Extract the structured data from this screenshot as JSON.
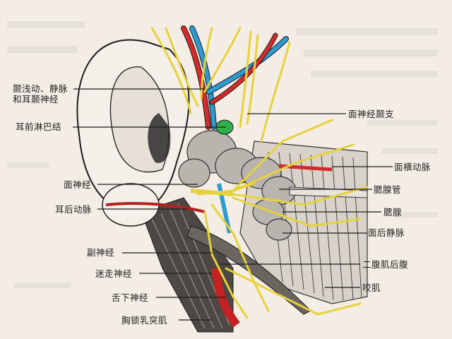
{
  "figure": {
    "subject": "Parotid region anatomy (side view of ear, parotid gland and facial nerve branches)",
    "colors": {
      "background": "#f3ede6",
      "artery": "#d42a2a",
      "vein": "#2f9ad0",
      "nerve": "#e6d23a",
      "lymph_node": "#2fb04a",
      "gland": "#b9b4ae",
      "muscle": "#5a5551",
      "outline": "#1c1c1c"
    },
    "labels_left": [
      {
        "id": "superficial-temporal",
        "line1": "颞浅动、静脉",
        "line2": "和耳颞神经"
      },
      {
        "id": "preauricular-node",
        "text": "耳前淋巴结"
      },
      {
        "id": "facial-nerve",
        "text": "面神经"
      },
      {
        "id": "posterior-auricular-artery",
        "text": "耳后动脉"
      },
      {
        "id": "accessory-nerve",
        "text": "副神经"
      },
      {
        "id": "vagus-nerve",
        "text": "迷走神经"
      },
      {
        "id": "hypoglossal-nerve",
        "text": "舌下神经"
      },
      {
        "id": "sternocleidomastoid",
        "text": "胸锁乳突肌"
      }
    ],
    "labels_right": [
      {
        "id": "temporal-branch",
        "text": "面神经颞支"
      },
      {
        "id": "transverse-facial-artery",
        "text": "面横动脉"
      },
      {
        "id": "parotid-duct",
        "text": "腮腺管"
      },
      {
        "id": "parotid-gland",
        "text": "腮腺"
      },
      {
        "id": "retromandibular-vein",
        "text": "面后静脉"
      },
      {
        "id": "digastric-posterior-belly",
        "text": "二腹肌后腹"
      },
      {
        "id": "masseter",
        "text": "咬肌"
      }
    ]
  }
}
